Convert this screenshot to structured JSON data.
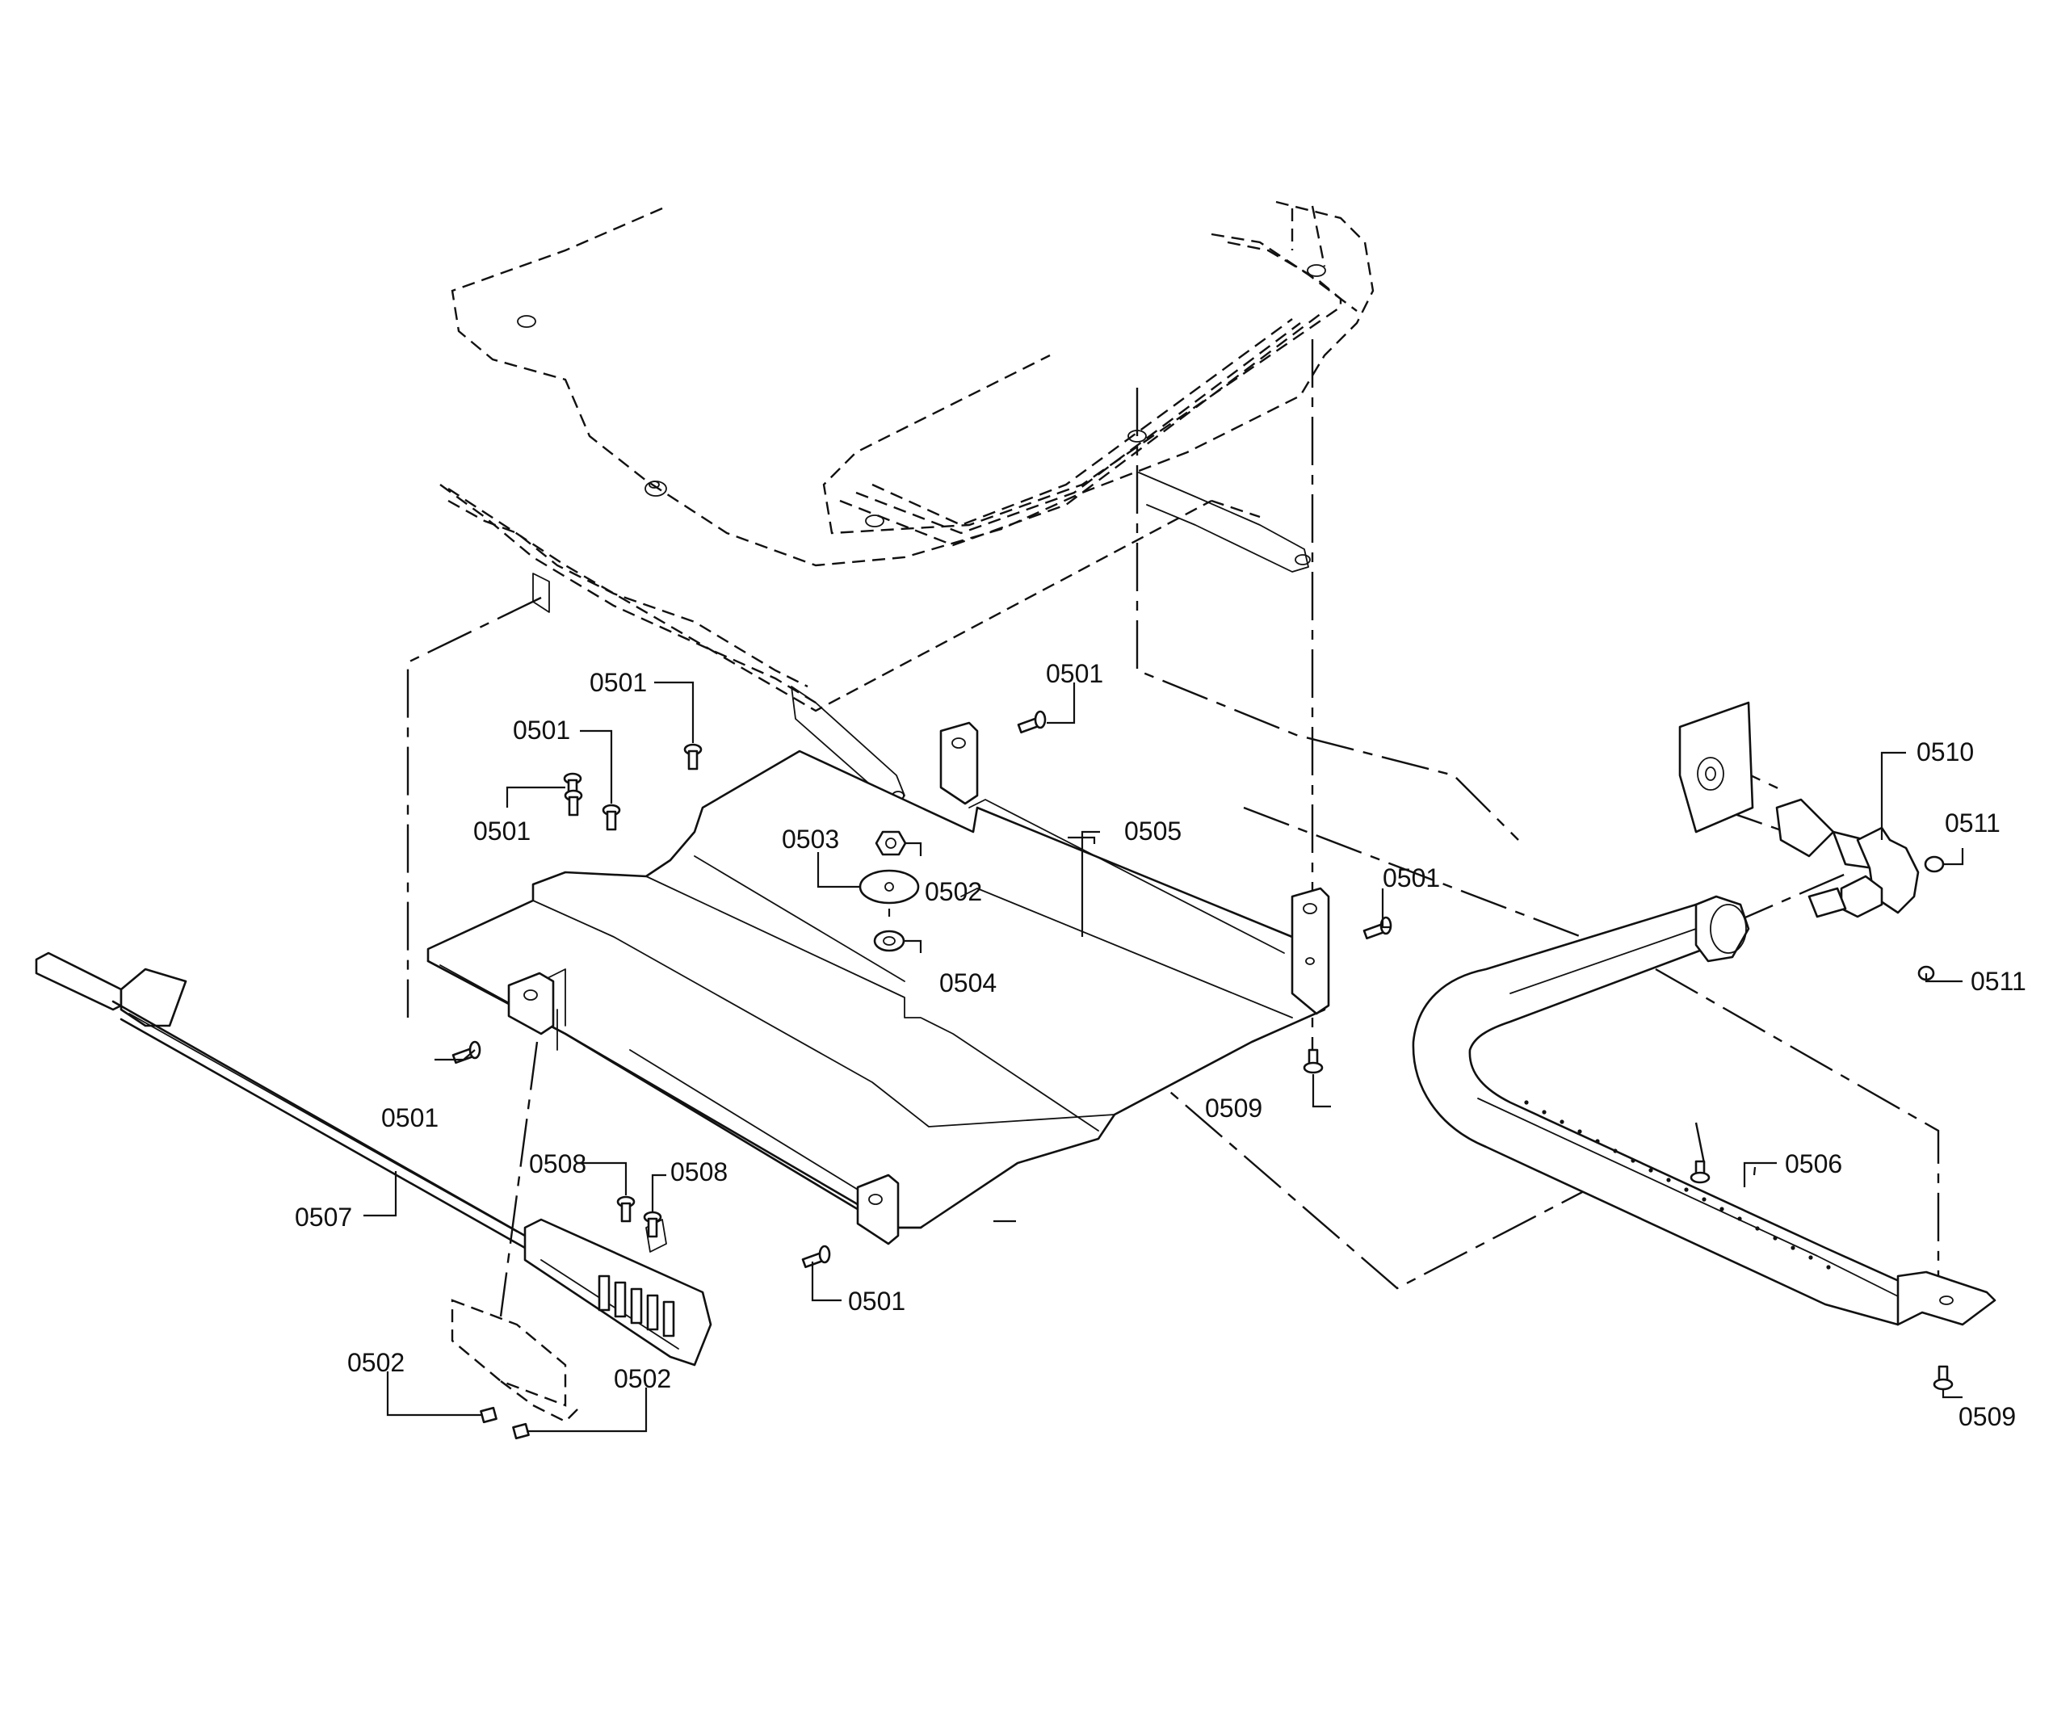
{
  "diagram": {
    "callouts": {
      "screw_top_center": "0501",
      "screw_left_mid": "0501",
      "screw_left_lower": "0501",
      "screw_bracket_top": "0501",
      "screw_bracket_right": "0501",
      "screw_left_front": "0501",
      "screw_bottom_front": "0501",
      "nut_center": "0502",
      "nut_left_a": "0502",
      "nut_left_b": "0502",
      "washer_large": "0503",
      "washer_small": "0504",
      "heat_shield": "0505",
      "burner_tube": "0506",
      "electrode_wire": "0507",
      "screw_igniter_a": "0508",
      "screw_igniter_b": "0508",
      "screw_shield_rear": "0509",
      "screw_burner_front": "0509",
      "orifice_fitting": "0510",
      "screw_fitting_top": "0511",
      "screw_fitting_bottom": "0511"
    }
  }
}
